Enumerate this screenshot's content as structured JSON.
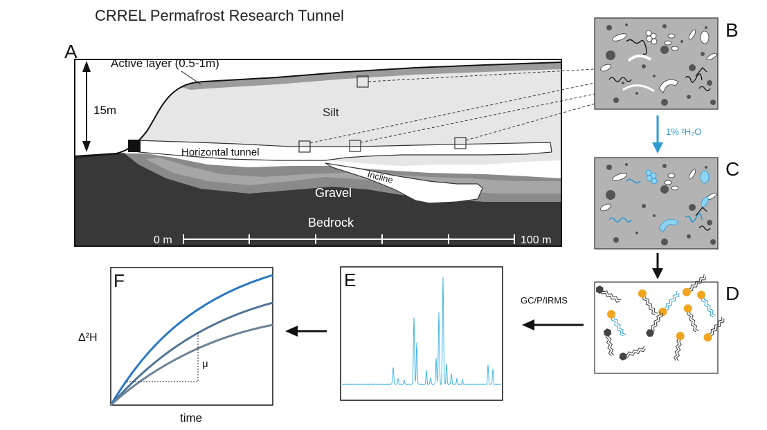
{
  "title": "CRREL Permafrost Research Tunnel",
  "panel_letters": {
    "a": "A",
    "b": "B",
    "c": "C",
    "d": "D",
    "e": "E",
    "f": "F"
  },
  "cross_section": {
    "active_layer": "Active layer (0.5-1m)",
    "height": "15m",
    "silt": "Silt",
    "tunnel": "Horizontal tunnel",
    "incline": "Incline",
    "gravel": "Gravel",
    "bedrock": "Bedrock",
    "scale_start": "0 m",
    "scale_end": "100 m"
  },
  "labels": {
    "label_water": "1% ²H₂O",
    "method": "GC/P/IRMS",
    "y_axis": "Δ²H",
    "x_axis": "time",
    "rate": "μ"
  },
  "colors": {
    "accent": "#2b9ad3",
    "labeled_cell": "#8fd3f2",
    "lipid_head": "#f2a51f",
    "curve_high": "#2a78c2",
    "curve_mid": "#4f7496",
    "curve_low": "#6e8398",
    "bedrock": "#3b3b3b",
    "silt": "#e6e6e6"
  }
}
